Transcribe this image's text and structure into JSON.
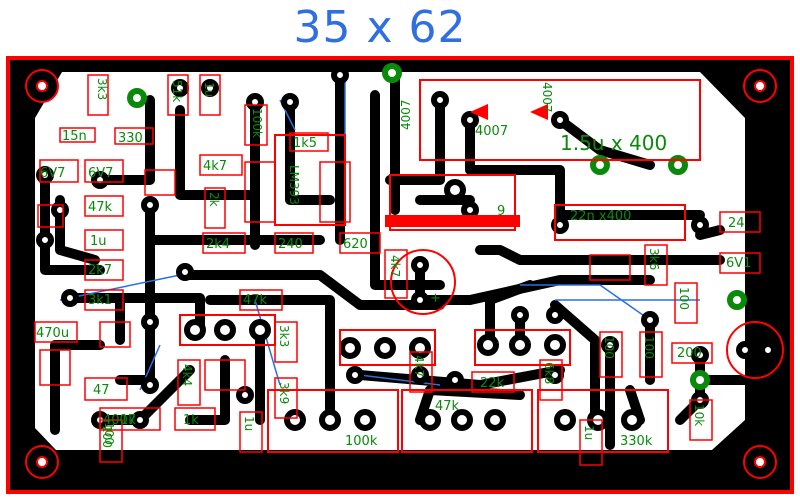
{
  "title": "35 x 62",
  "colors": {
    "board": "#000000",
    "trace": "#000000",
    "copper": "#ffffff",
    "outline": "#ff0000",
    "silk": "#0a8a0a",
    "jumper": "#2a6fe0",
    "title": "#2f6fe0"
  },
  "labels": {
    "c1": "3k3",
    "c2": "51k",
    "c3": "1u",
    "c4": "15n",
    "c5": "330",
    "c6": "6V7",
    "c7": "6V7",
    "c8": "47k",
    "c9": "1u",
    "c10": "2k7",
    "c11": "3k1",
    "c12": "470u",
    "c13": "47",
    "c14": "4007",
    "c15": "1k",
    "c16": "100",
    "c17": "4k7",
    "c18": "2k",
    "c19": "2k4",
    "c20": "240",
    "c21": "1k5",
    "c22": "LM393",
    "c23": "620",
    "c24": "4k7",
    "c25": "47k",
    "c26": "3k3",
    "c27": "3k9",
    "c28": "1u",
    "c29": "100k",
    "c30": "4k7",
    "c31": "22k",
    "c32": "47k",
    "c33": "6k8",
    "c34": "330k",
    "c35": "1u",
    "c36": "4007",
    "c37": "4007",
    "c38": "4007",
    "c39": "1.5u x 400",
    "c40": "22n x400",
    "c41": "24",
    "c42": "9",
    "c43": "6V1",
    "c44": "3k6",
    "c45": "100",
    "c46": "100",
    "c47": "100",
    "c48": "200",
    "c49": "10k",
    "c50": "100k",
    "c51": "4k4",
    "c52": "1k",
    "c53": "100",
    "c54": "+"
  }
}
